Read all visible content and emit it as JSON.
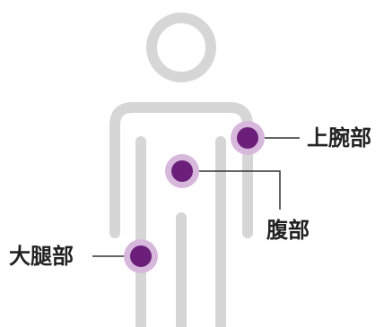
{
  "colors": {
    "figure": "#d6d6d6",
    "marker_fill": "#6b1f7b",
    "marker_ring": "#d7b8dc",
    "leader_line": "#333333",
    "label_text": "#222222"
  },
  "sites": {
    "upper_arm": "上腕部",
    "abdomen": "腹部",
    "thigh": "大腿部"
  }
}
